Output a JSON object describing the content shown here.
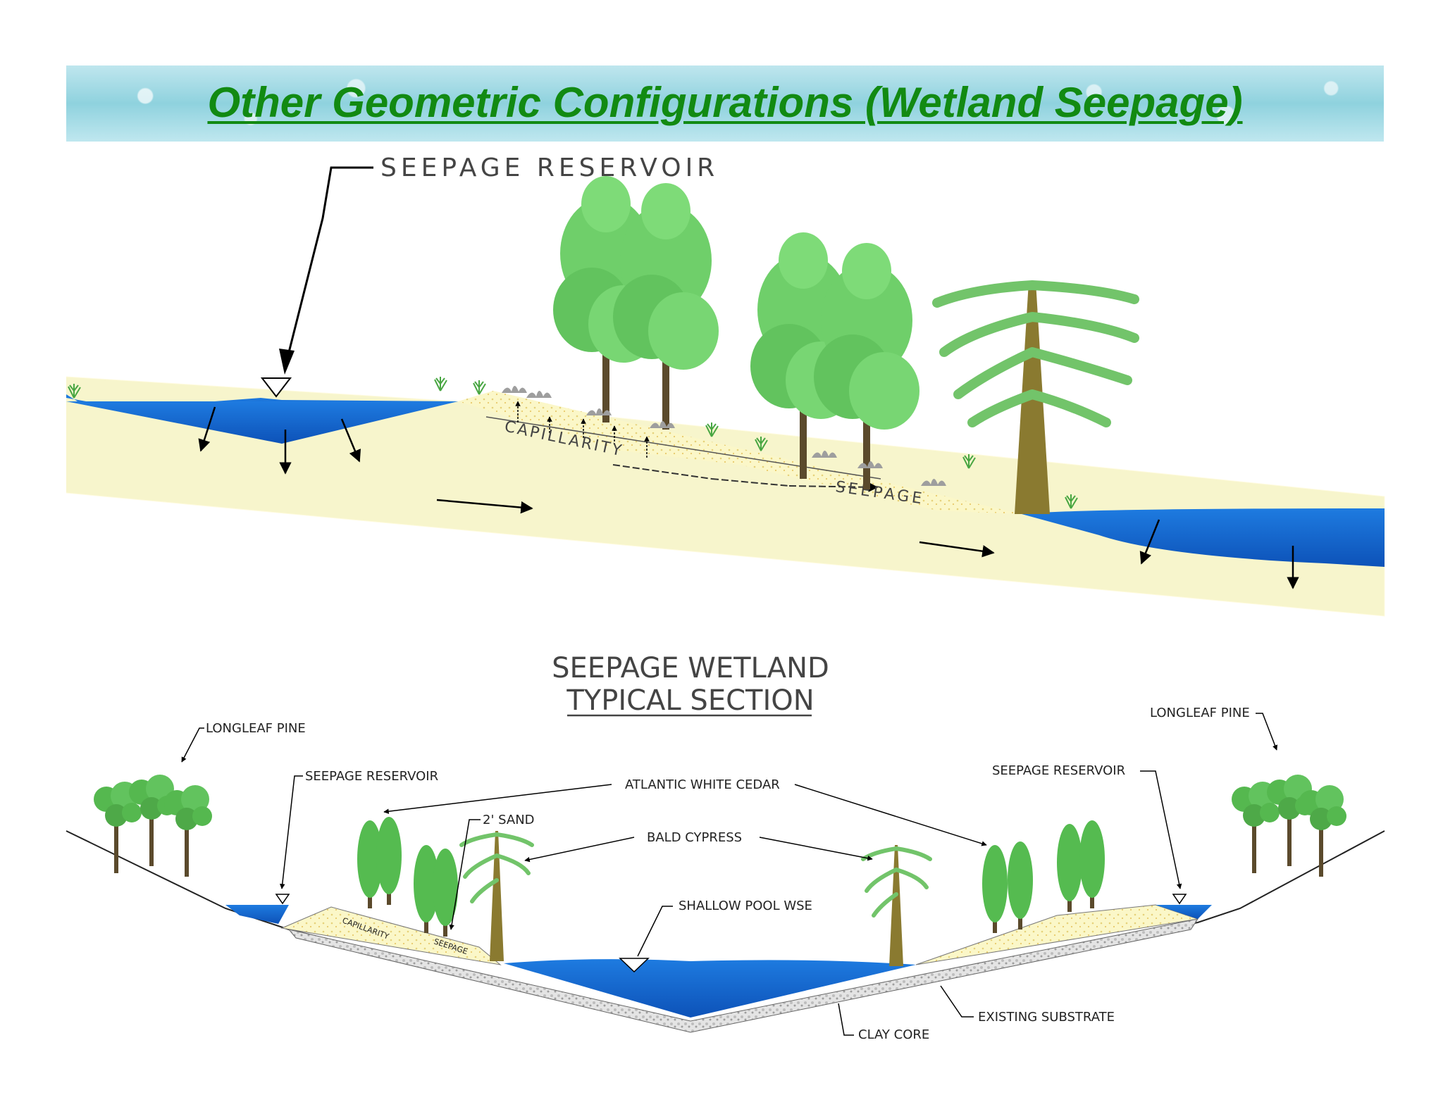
{
  "title": "Other Geometric Configurations (Wetland Seepage)",
  "top_diagram": {
    "label_reservoir": "SEEPAGE RESERVOIR",
    "label_capillarity": "CAPILLARITY",
    "label_seepage": "SEEPAGE"
  },
  "bottom_diagram": {
    "title_line1": "SEEPAGE WETLAND",
    "title_line2": "TYPICAL SECTION",
    "labels": {
      "longleaf_pine_left": "LONGLEAF PINE",
      "longleaf_pine_right": "LONGLEAF PINE",
      "seepage_reservoir_left": "SEEPAGE RESERVOIR",
      "seepage_reservoir_right": "SEEPAGE RESERVOIR",
      "atlantic_white_cedar": "ATLANTIC WHITE CEDAR",
      "sand": "2' SAND",
      "bald_cypress": "BALD CYPRESS",
      "shallow_pool": "SHALLOW POOL WSE",
      "existing_substrate": "EXISTING SUBSTRATE",
      "clay_core": "CLAY CORE",
      "capillarity_small": "CAPILLARITY",
      "seepage_small": "SEEPAGE"
    }
  },
  "colors": {
    "water": "#1a6fd6",
    "soil": "#f7f5cc",
    "tree": "#6fcf6a",
    "title": "#128a12"
  }
}
